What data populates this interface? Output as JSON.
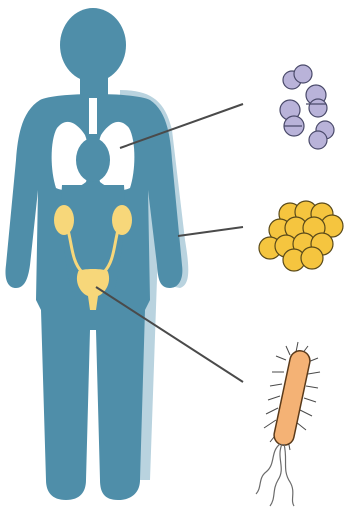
{
  "diagram": {
    "subject": "human-body-infection-sites",
    "colors": {
      "body": "#4f8ea9",
      "body_shadow": "#b9d3df",
      "lungs": "#ffffff",
      "urinary_tract": "#f7d77a",
      "leader_line": "#4a4a4a",
      "coccus_cluster": "#b9b3d9",
      "coccus_stroke": "#4a4a6a",
      "staph_cluster": "#f5c53f",
      "staph_stroke": "#5a4a1a",
      "bacillus": "#f4b275",
      "bacillus_stroke": "#5a3a1a",
      "flagella": "#6b6b6b"
    },
    "organs": [
      "lungs",
      "kidneys",
      "bladder"
    ],
    "microbes": [
      {
        "id": "diplococci",
        "points_to": "lungs"
      },
      {
        "id": "staphylococci",
        "points_to": "skin"
      },
      {
        "id": "rod-bacterium",
        "points_to": "bladder"
      }
    ]
  }
}
